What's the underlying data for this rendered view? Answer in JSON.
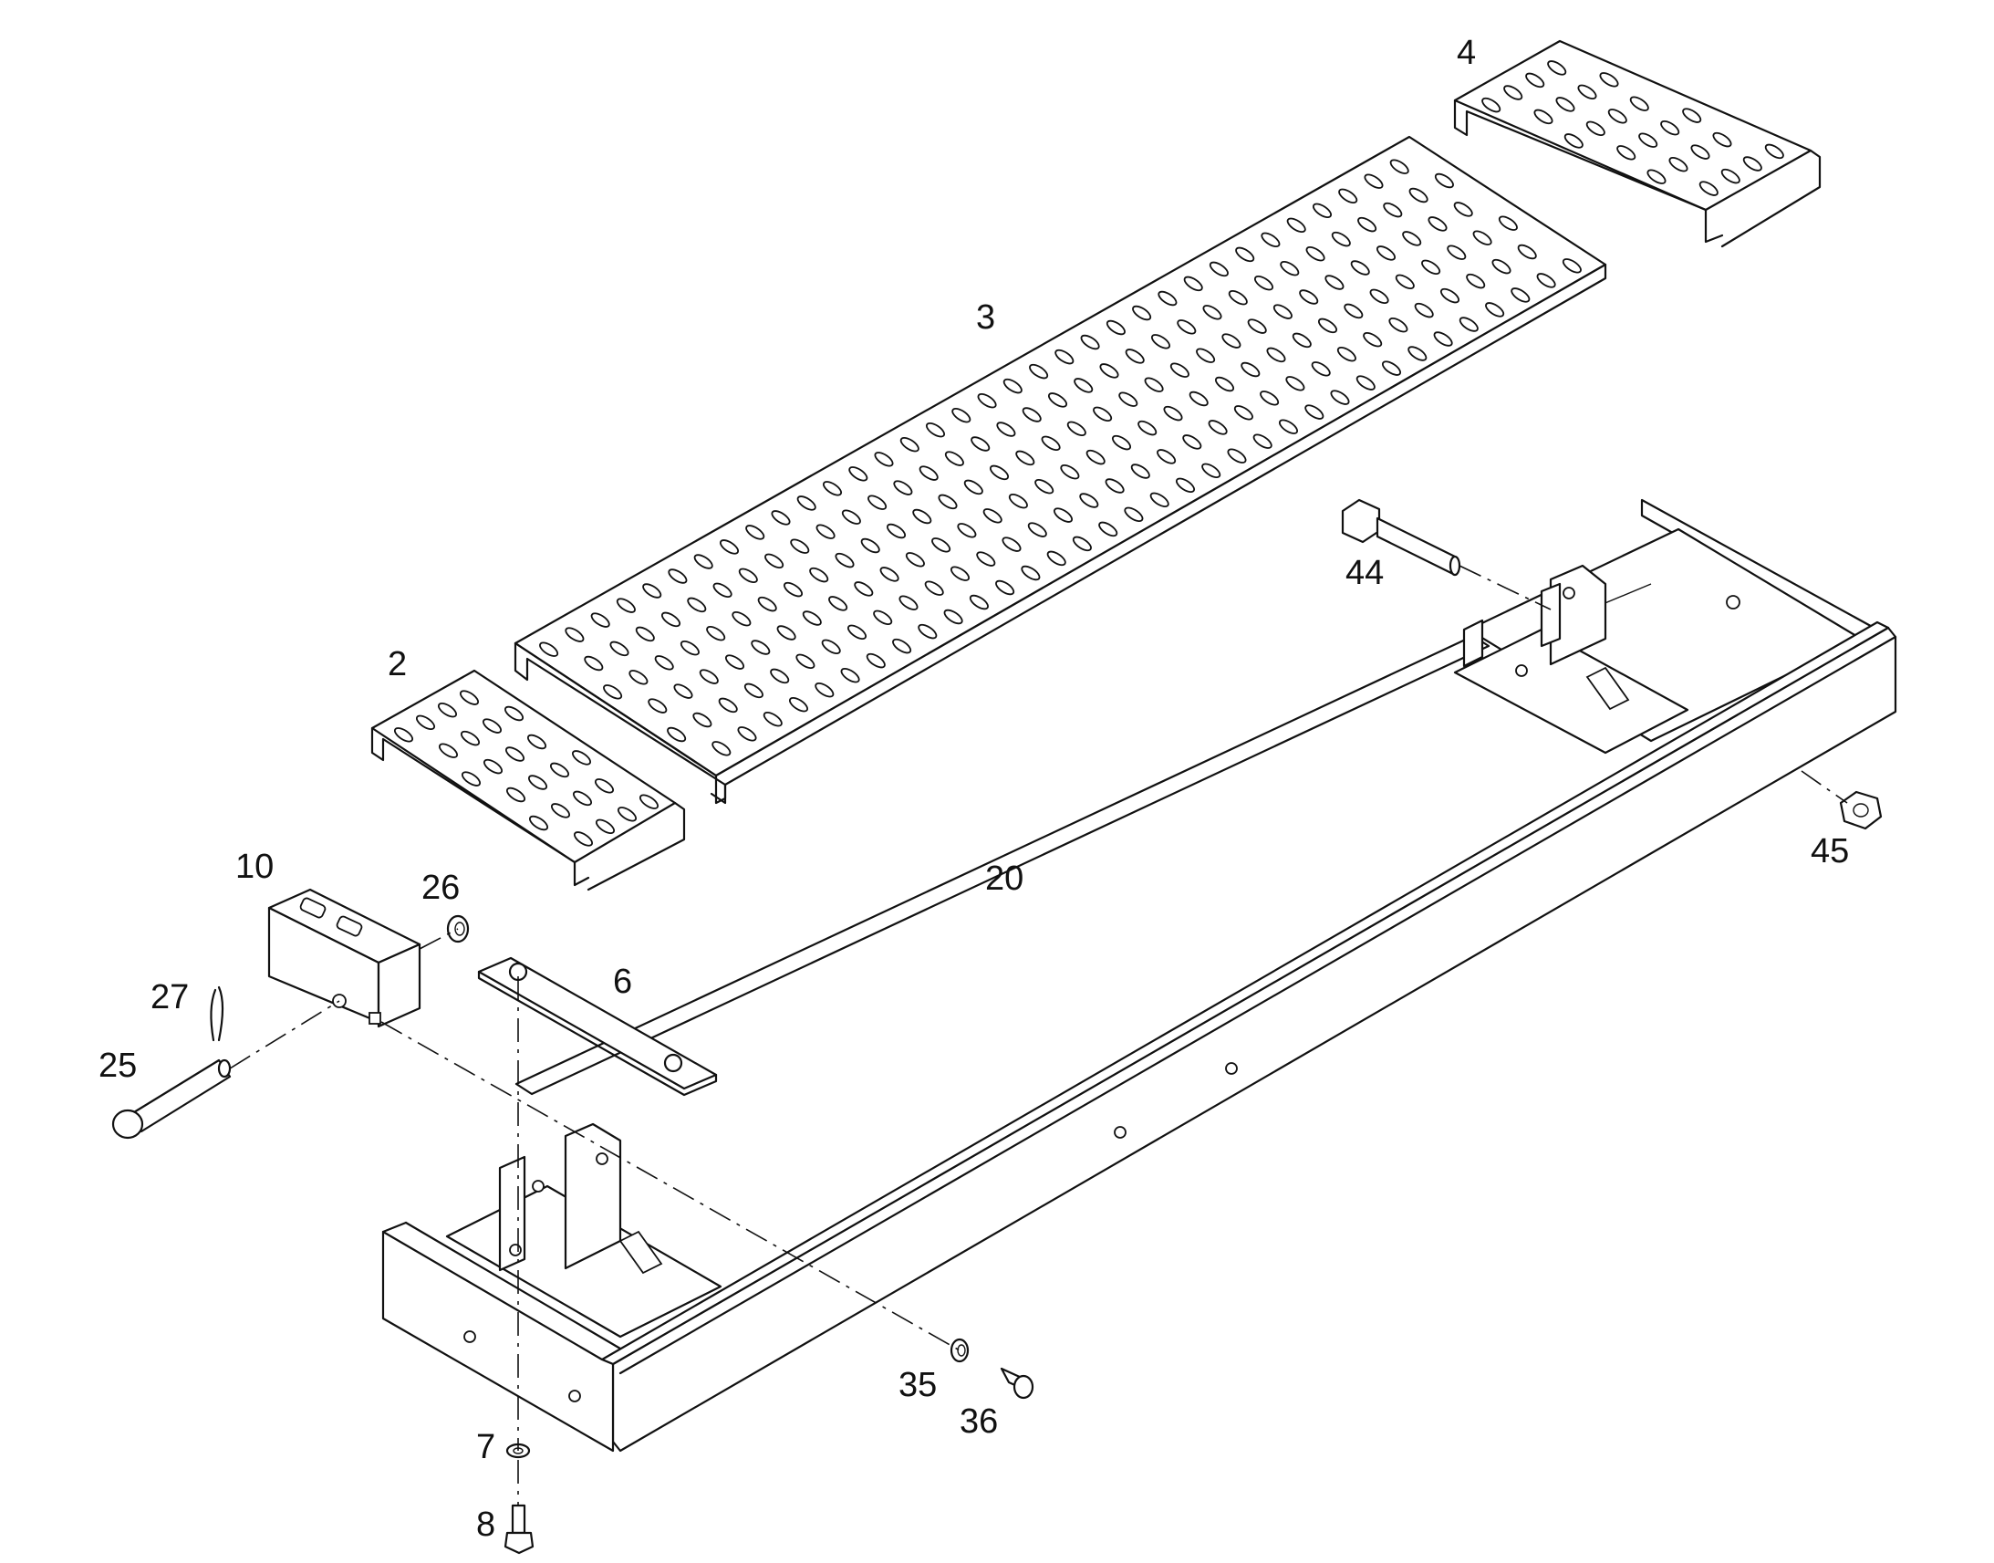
{
  "labels": {
    "p2": "2",
    "p3": "3",
    "p4": "4",
    "p6": "6",
    "p7": "7",
    "p8": "8",
    "p10": "10",
    "p20": "20",
    "p25": "25",
    "p26": "26",
    "p27": "27",
    "p35": "35",
    "p36": "36",
    "p44": "44",
    "p45": "45"
  },
  "colors": {
    "line": "#111111",
    "background": "#ffffff"
  }
}
